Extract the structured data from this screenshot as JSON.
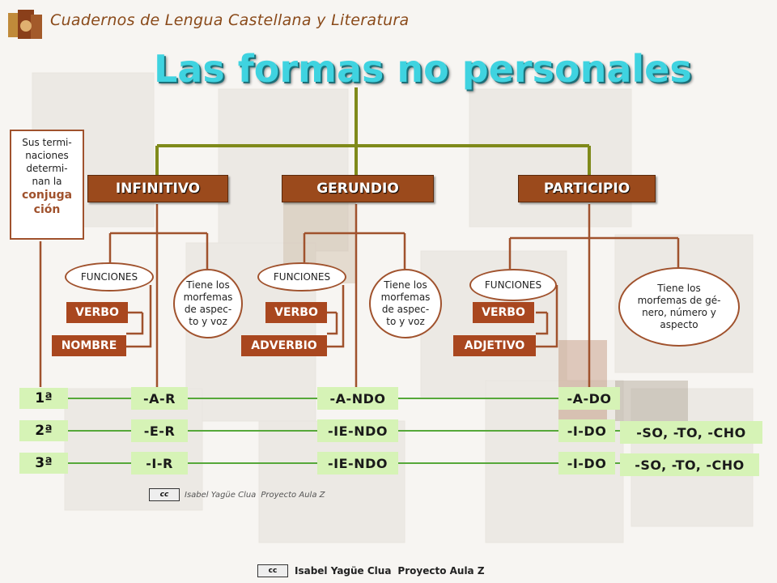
{
  "header": {
    "title": "Cuadernos de Lengua Castellana y Literatura"
  },
  "main_title": "Las formas no personales",
  "sidenote": {
    "line1": "Sus termi-",
    "line2": "naciones",
    "line3": "determi-",
    "line4": "nan la",
    "big1": "conjuga",
    "big2": "ción"
  },
  "categories": [
    {
      "label": "INFINITIVO",
      "functions": "FUNCIONES",
      "tags": [
        "VERBO",
        "NOMBRE"
      ],
      "note": [
        "Tiene los",
        "morfemas",
        "de aspec-",
        "to y voz"
      ],
      "endings": [
        "-A-R",
        "-E-R",
        "-I-R"
      ]
    },
    {
      "label": "GERUNDIO",
      "functions": "FUNCIONES",
      "tags": [
        "VERBO",
        "ADVERBIO"
      ],
      "note": [
        "Tiene los",
        "morfemas",
        "de aspec-",
        "to y voz"
      ],
      "endings": [
        "-A-NDO",
        "-IE-NDO",
        "-IE-NDO"
      ]
    },
    {
      "label": "PARTICIPIO",
      "functions": "FUNCIONES",
      "tags": [
        "VERBO",
        "ADJETIVO"
      ],
      "note": [
        "Tiene los",
        "morfemas de gé-",
        "nero, número y",
        "aspecto"
      ],
      "endings": [
        "-A-DO",
        "-I-DO",
        "-I-DO"
      ],
      "irregular": [
        "-SO, -TO, -CHO",
        "-SO, -TO, -CHO"
      ]
    }
  ],
  "conjugations": [
    "1ª",
    "2ª",
    "3ª"
  ],
  "footer": {
    "credit_mid": "Isabel Yagüe Clua",
    "project_mid": "Proyecto Aula Z",
    "credit_bot": "Isabel Yagüe Clua",
    "project_bot": "Proyecto Aula Z",
    "license": "cc"
  },
  "colors": {
    "title": "#3fd3e0",
    "category": "#9b4a1c",
    "connector_olive": "#7f8a1a",
    "connector_brown": "#a0522d",
    "conj_bg": "#d6f3b6",
    "conj_line": "#56a83a"
  }
}
